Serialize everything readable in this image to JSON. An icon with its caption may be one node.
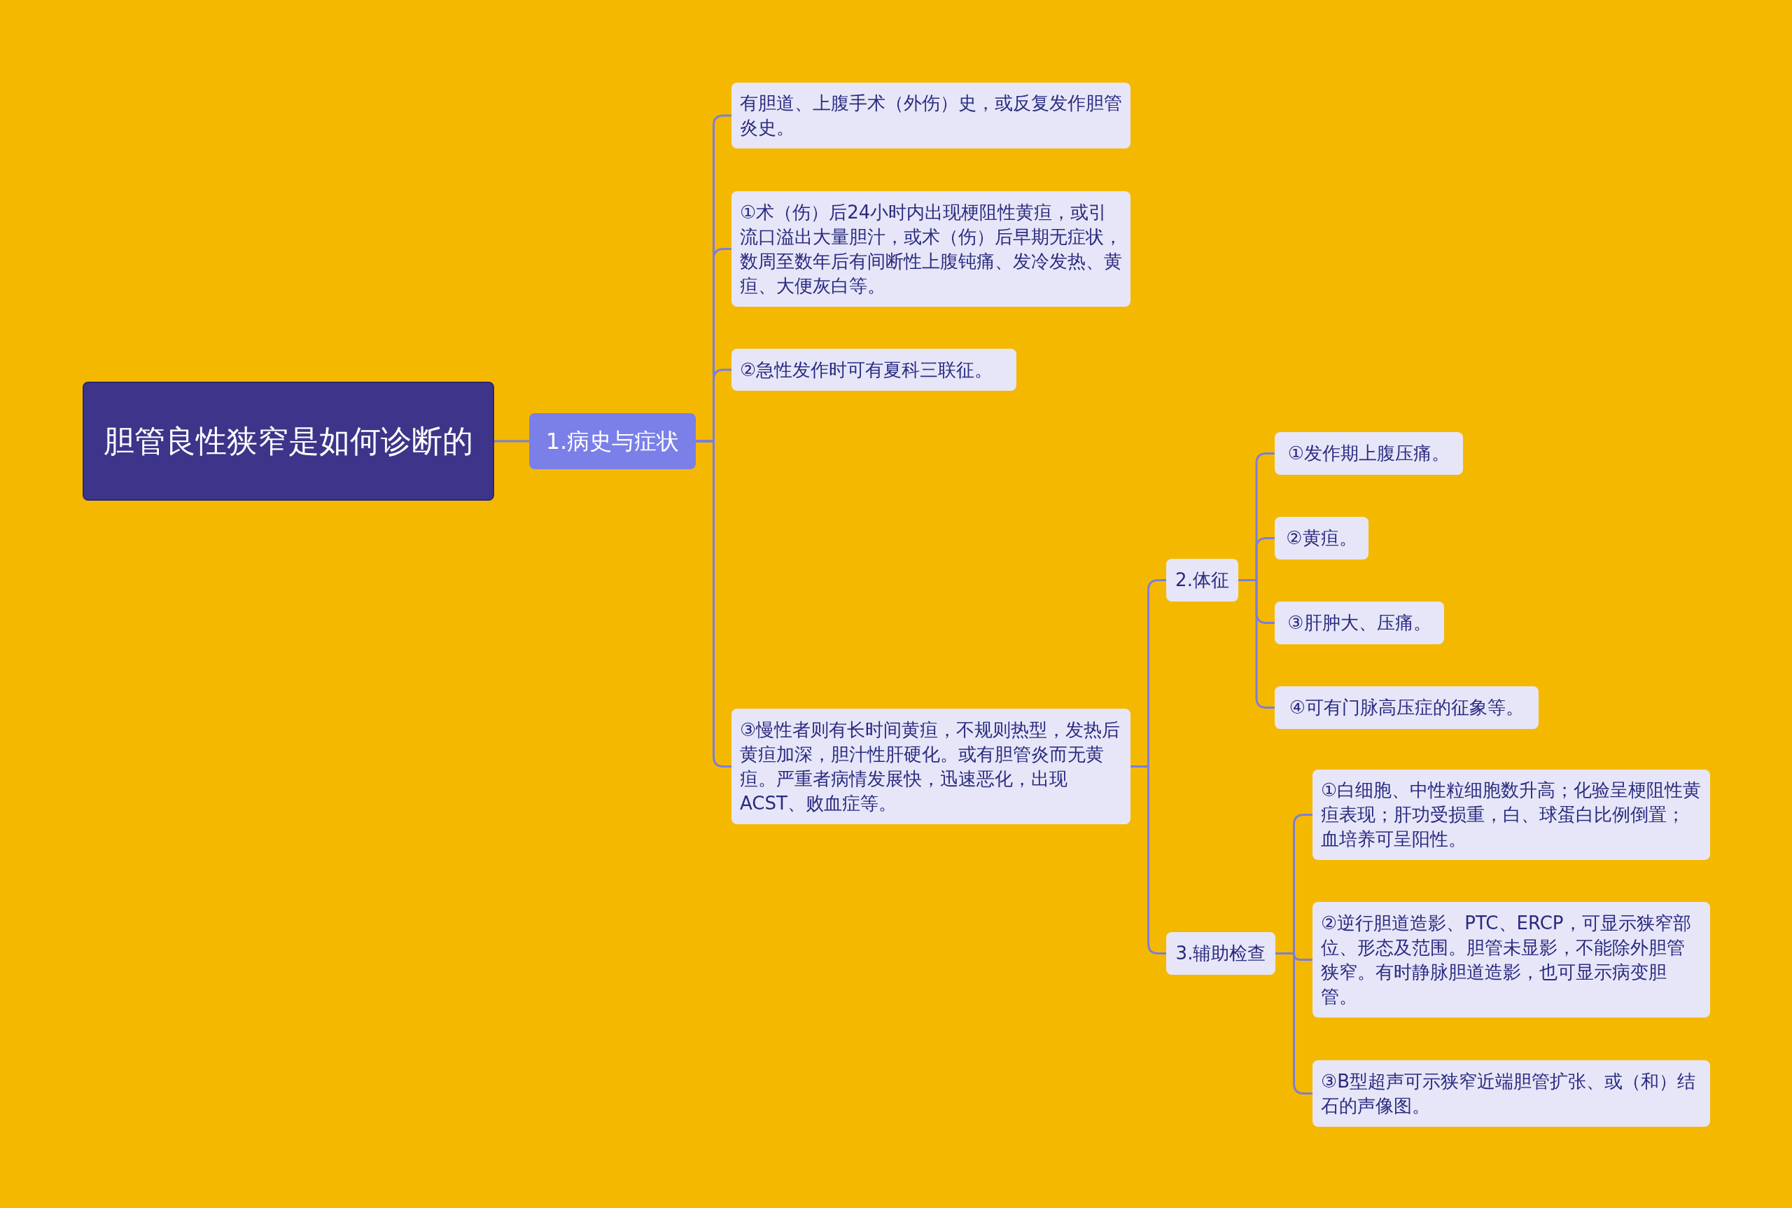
{
  "diagram": {
    "nodes": [
      {
        "text": [
          "胆管良性狭窄是如何诊断的"
        ]
      },
      {
        "text": [
          "1.病史与症状"
        ]
      },
      {
        "text": [
          "有胆道、上腹手术（外伤）史，或反复发作胆管炎史。"
        ]
      },
      {
        "text": [
          "①术（伤）后24小时内出现梗阻性黄疸，或引流口溢出大量胆汁，或术（伤）后早期无症状，数周至数年后有间断性上腹钝痛、发冷发热、黄疸、大便灰白等。"
        ]
      },
      {
        "text": [
          "②急性发作时可有夏科三联征。"
        ]
      },
      {
        "text": [
          "③慢性者则有长时间黄疸，不规则热型，发热后黄疸加深，胆汁性肝硬化。或有胆管炎而无黄疸。严重者病情发展快，迅速恶化，出现ACST、败血症等。"
        ]
      },
      {
        "text": [
          "2.体征"
        ]
      },
      {
        "text": [
          "①发作期上腹压痛。"
        ]
      },
      {
        "text": [
          "②黄疸。"
        ]
      },
      {
        "text": [
          "③肝肿大、压痛。"
        ]
      },
      {
        "text": [
          "④可有门脉高压症的征象等。"
        ]
      },
      {
        "text": [
          "3.辅助检查"
        ]
      },
      {
        "text": [
          "①白细胞、中性粒细胞数升高；化验呈梗阻性黄疸表现；肝功受损重，白、球蛋白比例倒置；血培养可呈阳性。"
        ]
      },
      {
        "text": [
          "②逆行胆道造影、PTC、ERCP，可显示狭窄部位、形态及范围。胆管未显影，不能除外胆管狭窄。有时静脉胆道造影，也可显示病变胆管。"
        ]
      },
      {
        "text": [
          "③B型超声可示狭窄近端胆管扩张、或（和）结石的声像图。"
        ]
      }
    ],
    "edges": [
      {
        "from": 0,
        "to": 1,
        "arrow": "none"
      },
      {
        "from": 1,
        "to": 2,
        "arrow": "none"
      },
      {
        "from": 1,
        "to": 3,
        "arrow": "none"
      },
      {
        "from": 1,
        "to": 4,
        "arrow": "none"
      },
      {
        "from": 1,
        "to": 5,
        "arrow": "none"
      },
      {
        "from": 5,
        "to": 6,
        "arrow": "none"
      },
      {
        "from": 5,
        "to": 11,
        "arrow": "none"
      },
      {
        "from": 6,
        "to": 7,
        "arrow": "none"
      },
      {
        "from": 6,
        "to": 8,
        "arrow": "none"
      },
      {
        "from": 6,
        "to": 9,
        "arrow": "none"
      },
      {
        "from": 6,
        "to": 10,
        "arrow": "none"
      },
      {
        "from": 11,
        "to": 12,
        "arrow": "none"
      },
      {
        "from": 11,
        "to": 13,
        "arrow": "none"
      },
      {
        "from": 11,
        "to": 14,
        "arrow": "none"
      }
    ]
  }
}
